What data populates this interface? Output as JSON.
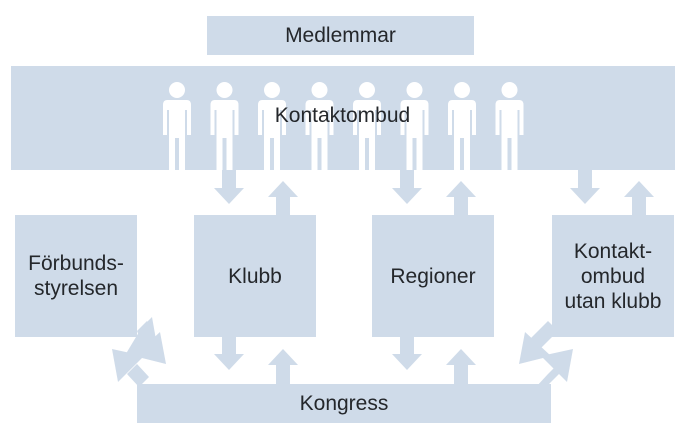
{
  "diagram": {
    "top_label": "Medlemmar",
    "members_label": "Kontaktombud",
    "bottom_label": "Kongress",
    "boxes": {
      "forbund": [
        "Förbunds-",
        "styrelsen"
      ],
      "klubb": [
        "Klubb"
      ],
      "regioner": [
        "Regioner"
      ],
      "utan": [
        "Kontakt-",
        "ombud",
        "utan klubb"
      ]
    },
    "person_count": 8
  },
  "colors": {
    "box_fill": "#cfdbe9",
    "person_fill": "#ffffff",
    "text": "#24272b"
  }
}
